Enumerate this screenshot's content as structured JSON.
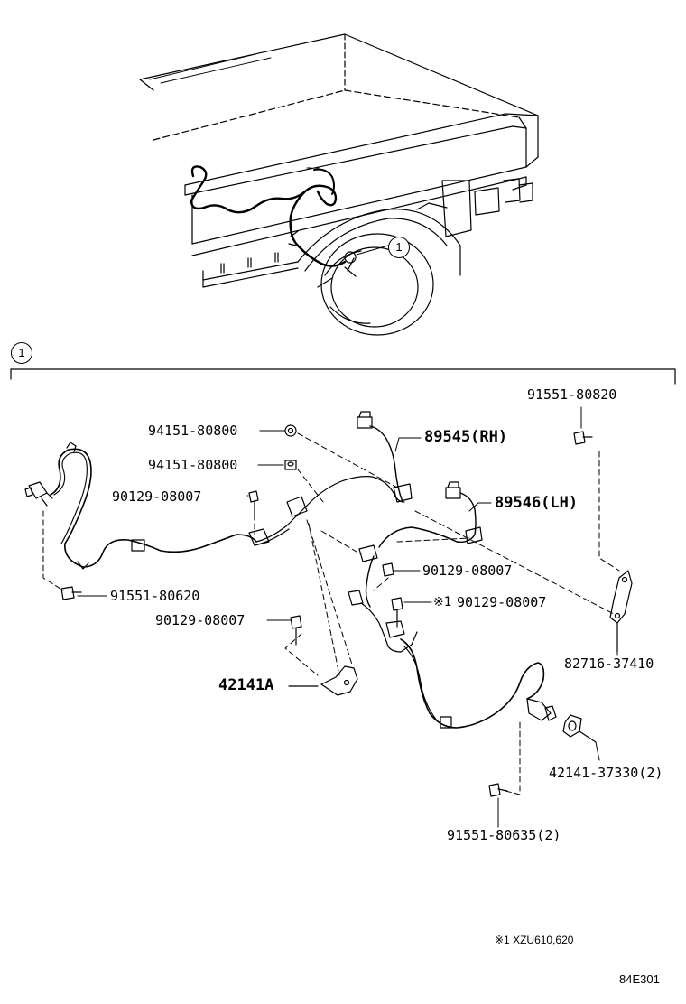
{
  "callout": {
    "number": "1"
  },
  "parts": {
    "p91551_80820": "91551-80820",
    "p94151_80800_a": "94151-80800",
    "p94151_80800_b": "94151-80800",
    "p89545": "89545(RH)",
    "p89546": "89546(LH)",
    "p90129_08007_a": "90129-08007",
    "p90129_08007_b": "90129-08007",
    "p90129_08007_c": "90129-08007",
    "p90129_08007_d": "90129-08007",
    "p91551_80620": "91551-80620",
    "p42141A": "42141A",
    "p82716_37410": "82716-37410",
    "p42141_37330": "42141-37330(2)",
    "p91551_80635": "91551-80635(2)"
  },
  "markers": {
    "note_mark": "※1"
  },
  "footnote": {
    "text": "※1 XZU610,620"
  },
  "figure_code": {
    "text": "84E301"
  }
}
